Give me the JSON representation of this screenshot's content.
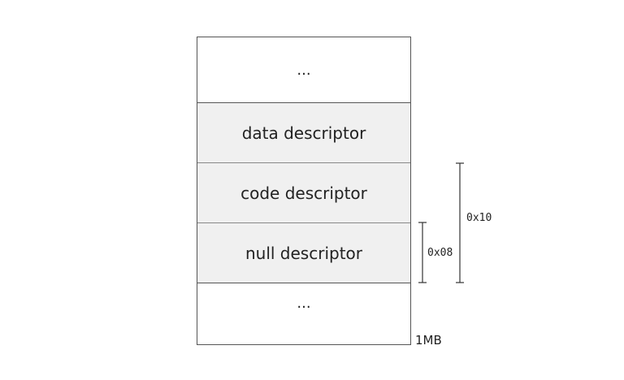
{
  "memory_layout": {
    "top_ellipsis": "...",
    "cells": [
      {
        "label": "data descriptor"
      },
      {
        "label": "code descriptor"
      },
      {
        "label": "null descriptor"
      }
    ],
    "bottom_ellipsis": "...",
    "base_address": "1MB"
  },
  "offsets": {
    "small": "0x08",
    "large": "0x10"
  }
}
